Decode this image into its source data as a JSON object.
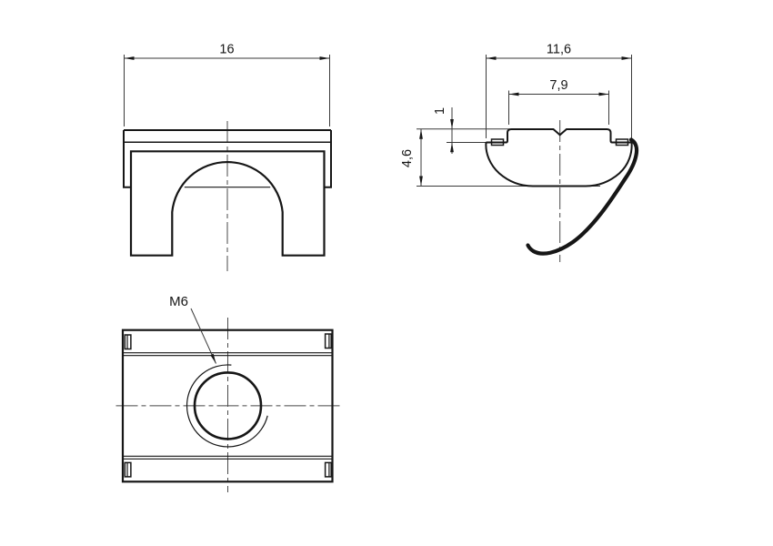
{
  "drawing": {
    "colors": {
      "paper": "#ffffff",
      "line": "#161616",
      "dimline": "#3a3a3a",
      "centerline": "#4a4a4a"
    },
    "dimensions": {
      "front_width": "16",
      "profile_width": "11,6",
      "groove_width": "7,9",
      "lip_height": "1",
      "profile_height": "4,6"
    },
    "thread": {
      "label": "M6"
    }
  }
}
